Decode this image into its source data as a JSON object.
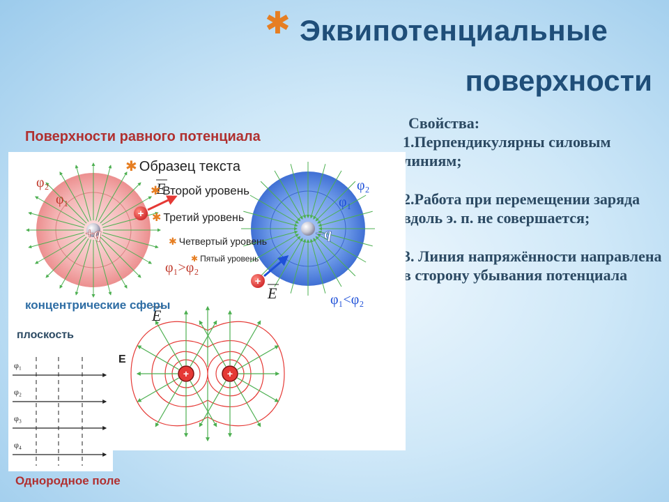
{
  "title": {
    "line1": "Эквипотенциальные",
    "line2": "поверхности"
  },
  "subtitle": "Поверхности равного потенциала",
  "properties": {
    "heading": "Свойства:",
    "item1": "1.Перпендикулярны силовым линиям;",
    "item2": "2.Работа при перемещении заряда вдоль э. п. не совершается;",
    "item3": "3. Линия напряжённости направлена в сторону убывания потенциала"
  },
  "outline_placeholder": {
    "level1": "Образец текста",
    "level2": "Второй уровень",
    "level3": "Третий уровень",
    "level4": "Четвертый уровень",
    "level5": "Пятый уровень"
  },
  "spheres": {
    "positive_charge": "+q",
    "negative_charge": "−q",
    "phi1": "φ₁",
    "phi2": "φ₂",
    "relation_positive": "φ₁>φ₂",
    "relation_negative": "φ₁<φ₂",
    "field_symbol": "E",
    "plus_sign": "+"
  },
  "labels": {
    "concentric": "концентрические сферы",
    "plane": "плоскость",
    "uniform": "Однородное поле",
    "field_E": "E"
  },
  "uniform_field": {
    "phi_labels": [
      "φ₁",
      "φ₂",
      "φ₃",
      "φ₄"
    ]
  },
  "colors": {
    "title": "#1f4e79",
    "accent_star": "#e67e22",
    "red_label": "#b03030",
    "blue_label": "#2e6da4",
    "field_line": "#4caf50",
    "positive_sphere": "#f4a6a6",
    "negative_sphere": "#5b8ee6",
    "equipotential": "#e53935"
  }
}
